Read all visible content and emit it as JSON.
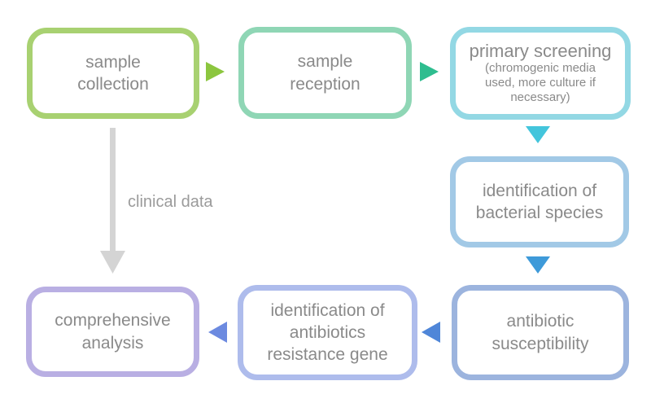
{
  "diagram": {
    "text_color": "#8a8a8a",
    "background": "#ffffff",
    "nodes": [
      {
        "label": "sample collection",
        "border_color": "#a8d171"
      },
      {
        "label": "sample reception",
        "border_color": "#8fd6b5"
      },
      {
        "label": "primary screening",
        "sublabel": "(chromogenic media used, more culture if necessary)",
        "border_color": "#93d8e4"
      },
      {
        "label": "identification of bacterial species",
        "border_color": "#a2c9e6"
      },
      {
        "label": "antibiotic susceptibility",
        "border_color": "#9cb4de"
      },
      {
        "label": "identification of antibiotics resistance gene",
        "border_color": "#aebcec"
      },
      {
        "label": "comprehensive analysis",
        "border_color": "#b9afe3"
      }
    ],
    "connectors": [
      {
        "from": "sample collection",
        "to": "sample reception",
        "direction": "right",
        "color": "#8cc63f"
      },
      {
        "from": "sample reception",
        "to": "primary screening",
        "direction": "right",
        "color": "#2ebd8f"
      },
      {
        "from": "primary screening",
        "to": "identification of bacterial species",
        "direction": "down",
        "color": "#43c5dc"
      },
      {
        "from": "identification of bacterial species",
        "to": "antibiotic susceptibility",
        "direction": "down",
        "color": "#3e9ad9"
      },
      {
        "from": "antibiotic susceptibility",
        "to": "identification of antibiotics resistance gene",
        "direction": "left",
        "color": "#4f86d8"
      },
      {
        "from": "identification of antibiotics resistance gene",
        "to": "comprehensive analysis",
        "direction": "left",
        "color": "#6c8ae0"
      },
      {
        "from": "sample collection",
        "to": "comprehensive analysis",
        "direction": "down",
        "color": "#d4d4d4",
        "label": "clinical data"
      }
    ]
  }
}
